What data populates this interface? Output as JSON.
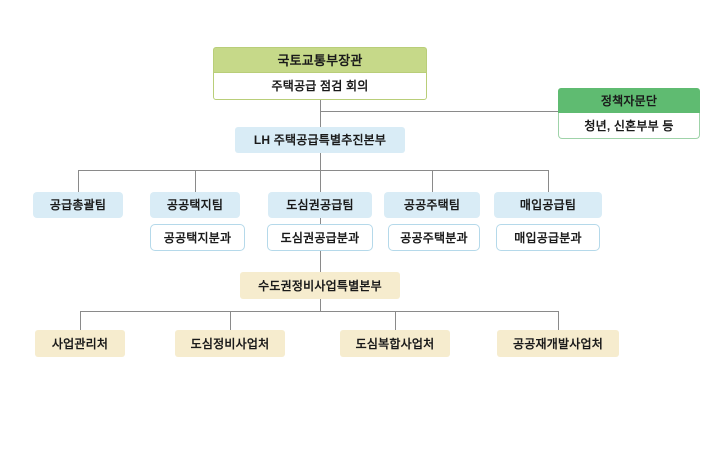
{
  "colors": {
    "green-light": "#c6d989",
    "green-light-border": "#b9ce79",
    "green": "#5fbb71",
    "green-border": "#9fd3a9",
    "blue": "#d9ecf6",
    "blue-border": "#b5d9ea",
    "cream": "#f6ecce",
    "line": "#8a8a8a",
    "text": "#1a1a1a"
  },
  "org": {
    "root": {
      "title": "국토교통부장관",
      "subtitle": "주택공급 점검 회의"
    },
    "advisory": {
      "title": "정책자문단",
      "subtitle": "청년, 신혼부부 등"
    },
    "lh_hq": "LH 주택공급특별추진본부",
    "teams": [
      {
        "label": "공급총괄팀"
      },
      {
        "label": "공공택지팀",
        "division": "공공택지분과"
      },
      {
        "label": "도심권공급팀",
        "division": "도심권공급분과"
      },
      {
        "label": "공공주택팀",
        "division": "공공주택분과"
      },
      {
        "label": "매입공급팀",
        "division": "매입공급분과"
      }
    ],
    "metro_hq": "수도권정비사업특별본부",
    "departments": [
      {
        "label": "사업관리처"
      },
      {
        "label": "도심정비사업처"
      },
      {
        "label": "도심복합사업처"
      },
      {
        "label": "공공재개발사업처"
      }
    ]
  }
}
